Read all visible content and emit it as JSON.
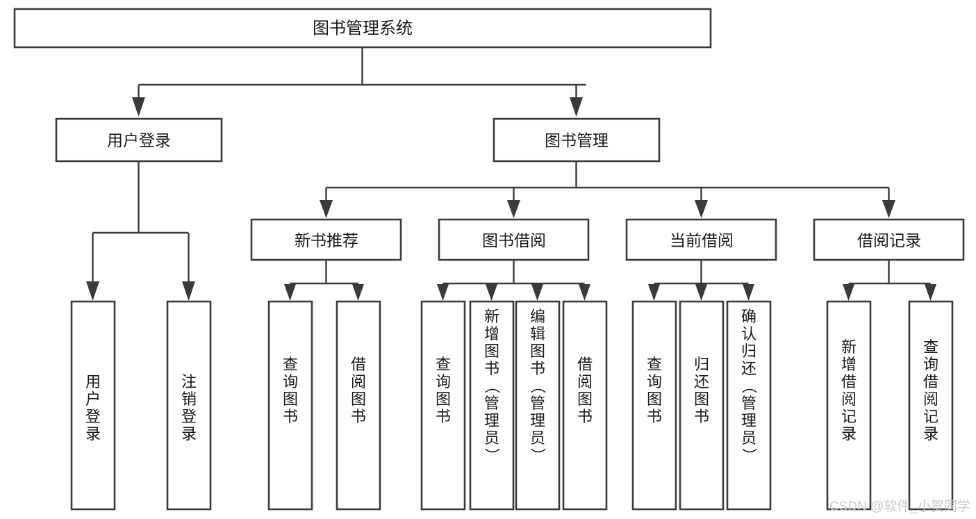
{
  "diagram": {
    "type": "tree-hierarchy-diagram",
    "title_node": {
      "id": "root",
      "label": "图书管理系统"
    },
    "level2": [
      {
        "id": "user-login",
        "label": "用户登录"
      },
      {
        "id": "book-management",
        "label": "图书管理"
      }
    ],
    "level3": [
      {
        "id": "new-book-recommend",
        "label": "新书推荐",
        "parent": "book-management"
      },
      {
        "id": "book-borrow",
        "label": "图书借阅",
        "parent": "book-management"
      },
      {
        "id": "current-borrow",
        "label": "当前借阅",
        "parent": "book-management"
      },
      {
        "id": "borrow-record",
        "label": "借阅记录",
        "parent": "book-management"
      }
    ],
    "leaves": {
      "user-login": [
        {
          "id": "leaf-user-login",
          "label": "用户登录"
        },
        {
          "id": "leaf-logout-login",
          "label": "注销登录"
        }
      ],
      "new-book-recommend": [
        {
          "id": "leaf-query-book-1",
          "label": "查询图书"
        },
        {
          "id": "leaf-borrow-book-1",
          "label": "借阅图书"
        }
      ],
      "book-borrow": [
        {
          "id": "leaf-query-book-2",
          "label": "查询图书"
        },
        {
          "id": "leaf-add-book-admin",
          "label": "新增图书（管理员）"
        },
        {
          "id": "leaf-edit-book-admin",
          "label": "编辑图书（管理员）"
        },
        {
          "id": "leaf-borrow-book-2",
          "label": "借阅图书"
        }
      ],
      "current-borrow": [
        {
          "id": "leaf-query-book-3",
          "label": "查询图书"
        },
        {
          "id": "leaf-return-book",
          "label": "归还图书"
        },
        {
          "id": "leaf-confirm-return-admin",
          "label": "确认归还（管理员）"
        }
      ],
      "borrow-record": [
        {
          "id": "leaf-add-borrow-record",
          "label": "新增借阅记录"
        },
        {
          "id": "leaf-query-borrow-record",
          "label": "查询借阅记录"
        }
      ]
    },
    "watermark": "CSDN @软件_小贺同学",
    "colors": {
      "box_stroke": "#3a3a3a",
      "box_fill": "#ffffff",
      "text": "#1a1a1a",
      "connector": "#3a3a3a",
      "watermark": "#c9c9c9",
      "background": "#ffffff"
    }
  }
}
